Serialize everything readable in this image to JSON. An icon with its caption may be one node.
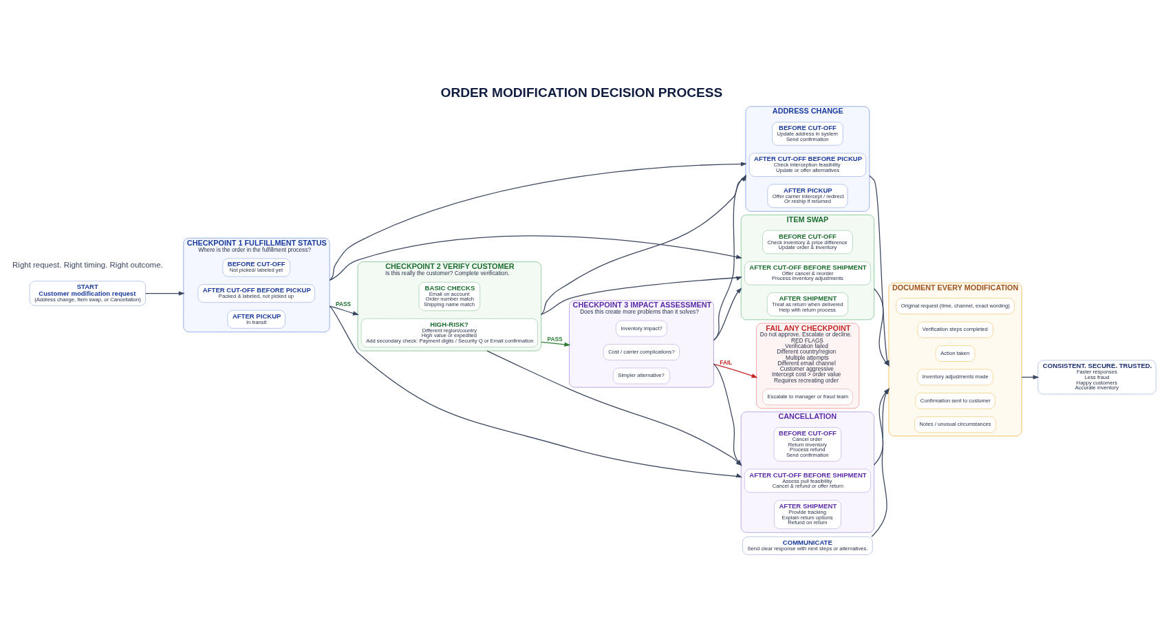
{
  "diagram": {
    "title": "ORDER MODIFICATION DECISION PROCESS",
    "nodes": [
      {
        "text": [
          "START",
          "Customer modification request",
          "(Address change, Item swap, or Cancellation)"
        ]
      },
      {
        "text": [
          "CHECKPOINT 1 FULFILLMENT STATUS",
          "Where is the order in the fulfillment process?"
        ]
      },
      {
        "text": [
          "BEFORE CUT-OFF",
          "Not picked/ labeled yet"
        ],
        "in": 1
      },
      {
        "text": [
          "AFTER CUT-OFF BEFORE PICKUP",
          "Packed & labeled, not picked up"
        ],
        "in": 1
      },
      {
        "text": [
          "AFTER PICKUP",
          "In transit"
        ],
        "in": 1
      },
      {
        "text": [
          "CHECKPOINT 2 VERIFY CUSTOMER",
          "Is this really the customer? Complete verification."
        ]
      },
      {
        "text": [
          "BASIC CHECKS",
          "Email on account",
          "Order number match",
          "Shipping name match"
        ],
        "in": 5
      },
      {
        "text": [
          "HIGH-RISK?",
          "Different region/country",
          "High value or expedited",
          "Add secondary check: Payment digits / Security Q or Email confirmation"
        ],
        "in": 5
      },
      {
        "text": [
          "CHECKPOINT 3 IMPACT ASSESSMENT",
          "Does this create more problems than it solves?"
        ]
      },
      {
        "text": [
          "Inventory impact?"
        ],
        "in": 8
      },
      {
        "text": [
          "Cost / carrier complications?"
        ],
        "in": 8
      },
      {
        "text": [
          "Simpler alternative?"
        ],
        "in": 8
      },
      {
        "text": [
          "FAIL ANY CHECKPOINT",
          "Do not approve. Escalate or decline.",
          "RED FLAGS",
          "Verification failed",
          "Different country/region",
          "Multiple attempts",
          "Different email channel",
          "Customer aggressive",
          "Intercept cost > order value",
          "Requires recreating order"
        ]
      },
      {
        "text": [
          "Escalate to manager or fraud team"
        ],
        "in": 12
      },
      {
        "text": [
          "ADDRESS CHANGE"
        ]
      },
      {
        "text": [
          "BEFORE CUT-OFF",
          "Update address in system",
          "Send confirmation"
        ],
        "in": 14
      },
      {
        "text": [
          "AFTER CUT-OFF BEFORE PICKUP",
          "Check interception feasibility",
          "Update or offer alternatives"
        ],
        "in": 14
      },
      {
        "text": [
          "AFTER PICKUP",
          "Offer carrier intercept / redirect",
          "Or reship if returned"
        ],
        "in": 14
      },
      {
        "text": [
          "ITEM SWAP"
        ]
      },
      {
        "text": [
          "BEFORE CUT-OFF",
          "Check inventory & price difference",
          "Update order & inventory"
        ],
        "in": 18
      },
      {
        "text": [
          "AFTER CUT-OFF BEFORE SHIPMENT",
          "Offer cancel & reorder",
          "Process inventory adjustments"
        ],
        "in": 18
      },
      {
        "text": [
          "AFTER SHIPMENT",
          "Treat as return when delivered",
          "Help with return process"
        ],
        "in": 18
      },
      {
        "text": [
          "CANCELLATION"
        ]
      },
      {
        "text": [
          "BEFORE CUT-OFF",
          "Cancel order",
          "Return inventory",
          "Process refund",
          "Send confirmation"
        ],
        "in": 22
      },
      {
        "text": [
          "AFTER CUT-OFF BEFORE SHIPMENT",
          "Assess pull feasibility",
          "Cancel & refund or offer return"
        ],
        "in": 22
      },
      {
        "text": [
          "AFTER SHIPMENT",
          "Provide tracking",
          "Explain return options",
          "Refund on return"
        ],
        "in": 22
      },
      {
        "text": [
          "COMMUNICATE",
          "Send clear response with next steps or alternatives."
        ]
      },
      {
        "text": [
          "DOCUMENT EVERY MODIFICATION"
        ]
      },
      {
        "text": [
          "Original request (time, channel, exact wording)"
        ],
        "in": 27
      },
      {
        "text": [
          "Verification steps completed"
        ],
        "in": 27
      },
      {
        "text": [
          "Action taken"
        ],
        "in": 27
      },
      {
        "text": [
          "Inventory adjustments made"
        ],
        "in": 27
      },
      {
        "text": [
          "Confirmation sent to customer"
        ],
        "in": 27
      },
      {
        "text": [
          "Notes / unusual circumstances"
        ],
        "in": 27
      },
      {
        "text": [
          "CONSISTENT. SECURE. TRUSTED.",
          "Faster responses",
          "Less fraud",
          "Happy customers",
          "Accurate inventory"
        ]
      }
    ],
    "edges": [
      {
        "from": 0,
        "to": 1,
        "arrow": "to"
      },
      {
        "from": 1,
        "to": 5,
        "arrow": "to",
        "label": "PASS"
      },
      {
        "from": 5,
        "to": 8,
        "arrow": "to",
        "label": "PASS",
        "color": "#2e7d32"
      },
      {
        "from": 8,
        "to": 12,
        "arrow": "to",
        "label": "FAIL",
        "color": "#c62828"
      },
      {
        "from": 1,
        "to": 14,
        "arrow": "to"
      },
      {
        "from": 1,
        "to": 18,
        "arrow": "to"
      },
      {
        "from": 1,
        "to": 22,
        "arrow": "to"
      },
      {
        "from": 5,
        "to": 14,
        "arrow": "to"
      },
      {
        "from": 5,
        "to": 18,
        "arrow": "to"
      },
      {
        "from": 5,
        "to": 22,
        "arrow": "to"
      },
      {
        "from": 8,
        "to": 14,
        "arrow": "to"
      },
      {
        "from": 8,
        "to": 18,
        "arrow": "to"
      },
      {
        "from": 8,
        "to": 22,
        "arrow": "to"
      },
      {
        "from": 14,
        "to": 27,
        "arrow": "to"
      },
      {
        "from": 18,
        "to": 27,
        "arrow": "to"
      },
      {
        "from": 22,
        "to": 27,
        "arrow": "to"
      },
      {
        "from": 26,
        "to": 27,
        "arrow": "to"
      },
      {
        "from": 27,
        "to": 34,
        "arrow": "to"
      }
    ],
    "labels": [
      "Right request. Right timing. Right outcome."
    ]
  }
}
